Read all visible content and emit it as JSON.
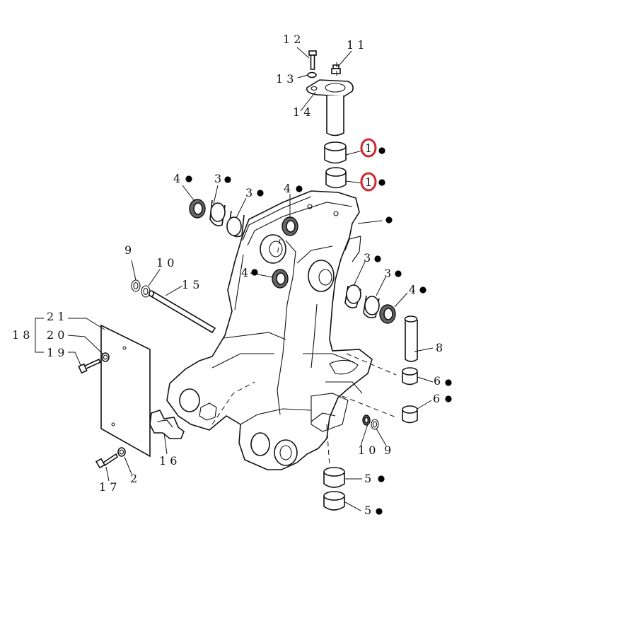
{
  "diagram": {
    "colors": {
      "line": "#111111",
      "highlight": "#d3262e",
      "background": "#ffffff"
    },
    "callouts": [
      {
        "id": "c12",
        "text": "1 2"
      },
      {
        "id": "c11",
        "text": "1 1"
      },
      {
        "id": "c13",
        "text": "1 3"
      },
      {
        "id": "c14",
        "text": "1 4"
      },
      {
        "id": "c1a",
        "text": "1"
      },
      {
        "id": "c1b",
        "text": "1"
      },
      {
        "id": "c4a",
        "text": "4"
      },
      {
        "id": "c3a",
        "text": "3"
      },
      {
        "id": "c3b",
        "text": "3"
      },
      {
        "id": "c4b",
        "text": "4"
      },
      {
        "id": "c9a",
        "text": "9"
      },
      {
        "id": "c10a",
        "text": "1 0"
      },
      {
        "id": "c15",
        "text": "1 5"
      },
      {
        "id": "c4c",
        "text": "4"
      },
      {
        "id": "c3c",
        "text": "3"
      },
      {
        "id": "c3d",
        "text": "3"
      },
      {
        "id": "c4d",
        "text": "4"
      },
      {
        "id": "c21",
        "text": "2 1"
      },
      {
        "id": "c18",
        "text": "1 8"
      },
      {
        "id": "c20",
        "text": "2 0"
      },
      {
        "id": "c19",
        "text": "1 9"
      },
      {
        "id": "c8",
        "text": "8"
      },
      {
        "id": "c6a",
        "text": "6"
      },
      {
        "id": "c6b",
        "text": "6"
      },
      {
        "id": "c16",
        "text": "1 6"
      },
      {
        "id": "c10b",
        "text": "1 0"
      },
      {
        "id": "c9b",
        "text": "9"
      },
      {
        "id": "c17",
        "text": "1 7"
      },
      {
        "id": "c2",
        "text": "2"
      },
      {
        "id": "c5a",
        "text": "5"
      },
      {
        "id": "c5b",
        "text": "5"
      }
    ]
  }
}
